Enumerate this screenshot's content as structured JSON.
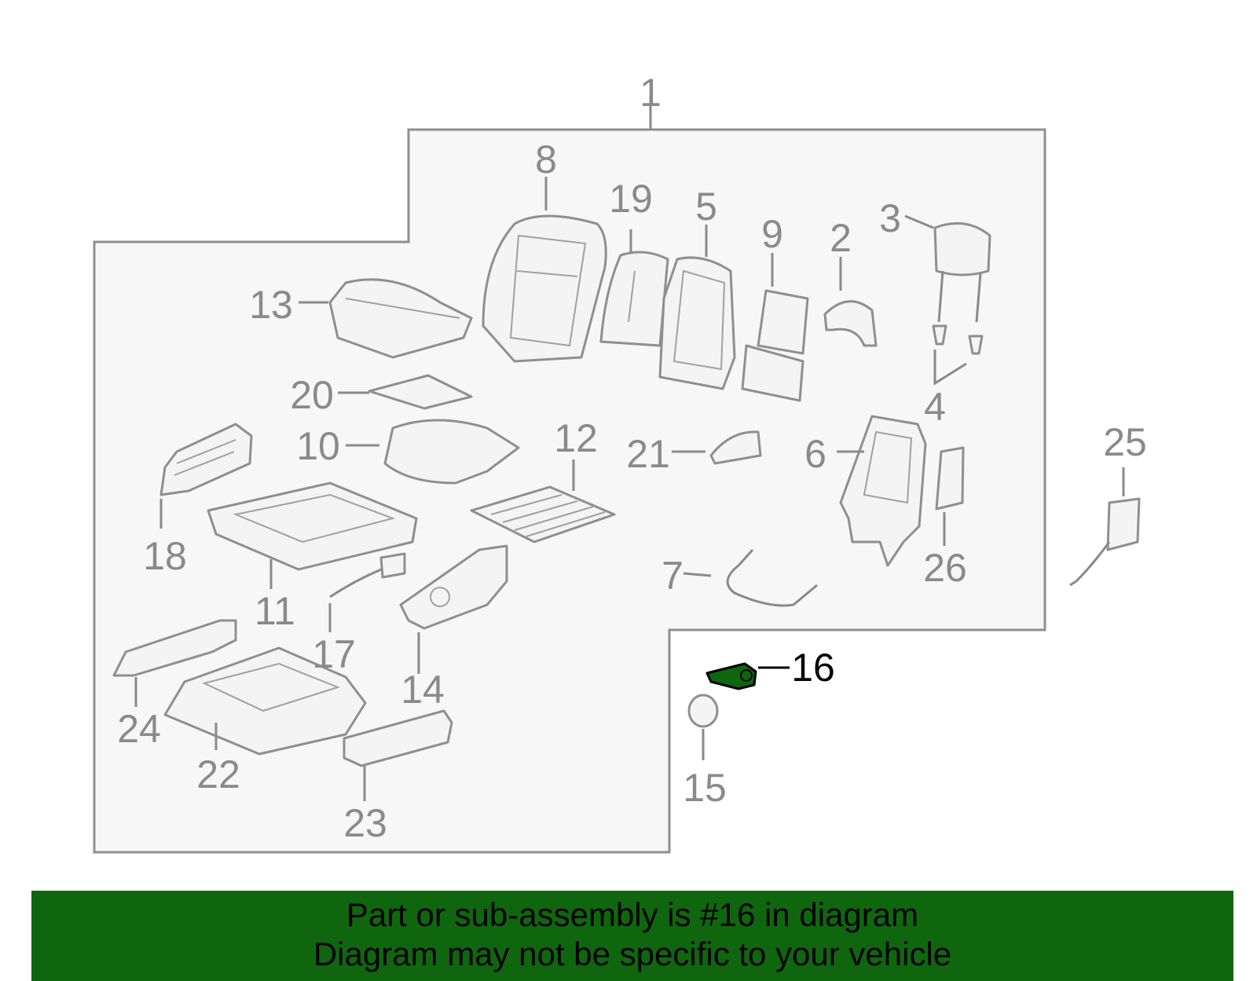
{
  "diagram": {
    "highlight_color": "#0f660f",
    "callouts": [
      {
        "id": "1",
        "label": "1"
      },
      {
        "id": "2",
        "label": "2"
      },
      {
        "id": "3",
        "label": "3"
      },
      {
        "id": "4",
        "label": "4"
      },
      {
        "id": "5",
        "label": "5"
      },
      {
        "id": "6",
        "label": "6"
      },
      {
        "id": "7",
        "label": "7"
      },
      {
        "id": "8",
        "label": "8"
      },
      {
        "id": "9",
        "label": "9"
      },
      {
        "id": "10",
        "label": "10"
      },
      {
        "id": "11",
        "label": "11"
      },
      {
        "id": "12",
        "label": "12"
      },
      {
        "id": "13",
        "label": "13"
      },
      {
        "id": "14",
        "label": "14"
      },
      {
        "id": "15",
        "label": "15"
      },
      {
        "id": "16",
        "label": "16",
        "highlighted": true
      },
      {
        "id": "17",
        "label": "17"
      },
      {
        "id": "18",
        "label": "18"
      },
      {
        "id": "19",
        "label": "19"
      },
      {
        "id": "20",
        "label": "20"
      },
      {
        "id": "21",
        "label": "21"
      },
      {
        "id": "22",
        "label": "22"
      },
      {
        "id": "23",
        "label": "23"
      },
      {
        "id": "24",
        "label": "24"
      },
      {
        "id": "25",
        "label": "25"
      },
      {
        "id": "26",
        "label": "26"
      }
    ]
  },
  "banner": {
    "line1": "Part or sub-assembly is #16 in diagram",
    "line2": "Diagram may not be specific to your vehicle",
    "background": "#0f660f"
  }
}
